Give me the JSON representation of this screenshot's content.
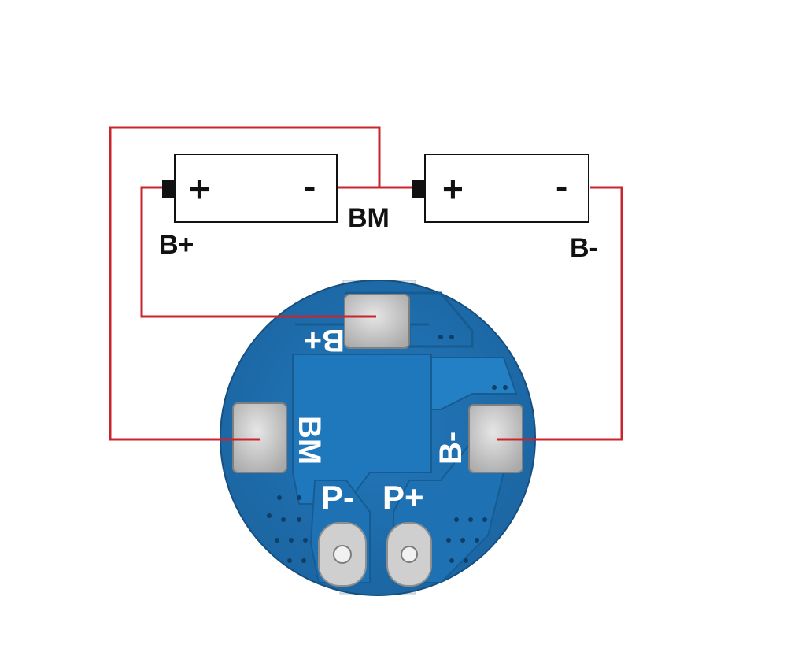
{
  "colors": {
    "wire": "#c8262c",
    "board": "#1f74b4",
    "board_dark": "#1a5f96",
    "trace": "#2b82c6",
    "silk": "#ffffff",
    "pad": "#c9c9c9",
    "pad_edge": "#8e8e8e",
    "battery_outline": "#111111",
    "terminal": "#111111"
  },
  "batteries": [
    {
      "plus": "+",
      "minus": "-"
    },
    {
      "plus": "+",
      "minus": "-"
    }
  ],
  "labels": {
    "b_plus": "B+",
    "bm": "BM",
    "b_minus": "B-"
  },
  "board": {
    "silk_b_plus": "B+",
    "silk_bm": "BM",
    "silk_b_minus": "B-",
    "silk_p_minus": "P-",
    "silk_p_plus": "P+"
  }
}
